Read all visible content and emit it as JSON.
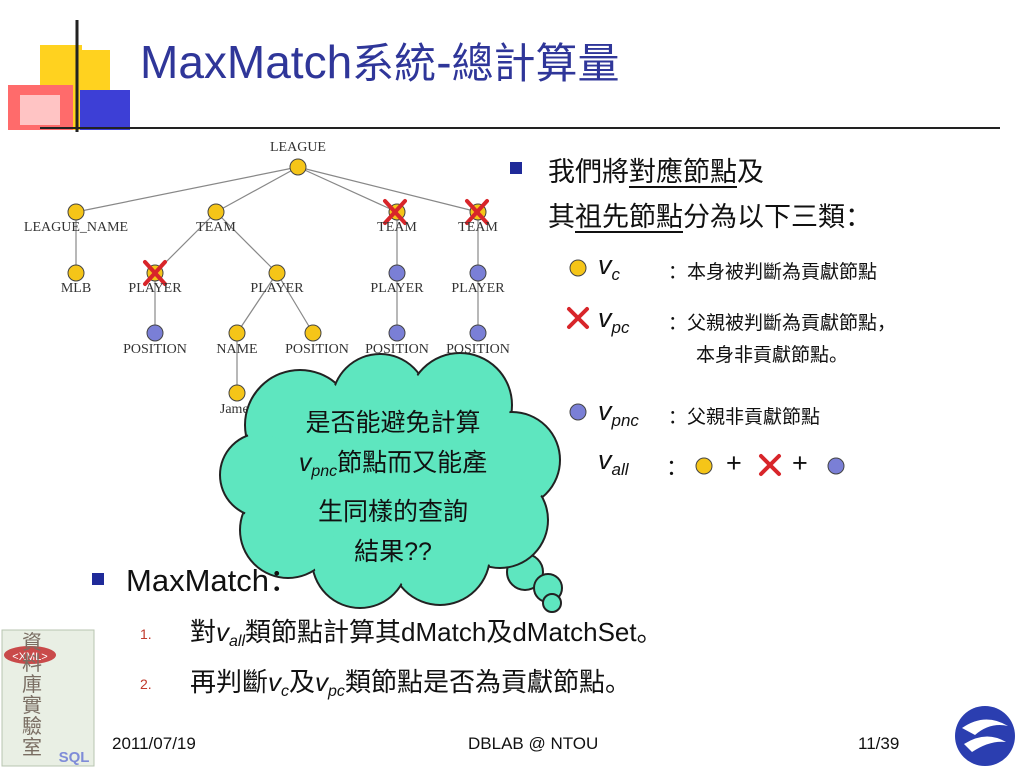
{
  "title": {
    "prefix": "MaxMatch",
    "suffix_cjk": "系統",
    "dash": "-",
    "suffix2_cjk": "總計算量"
  },
  "tree": {
    "root": "LEAGUE",
    "level1": [
      "LEAGUE_NAME",
      "TEAM",
      "TEAM",
      "TEAM"
    ],
    "level2": [
      "MLB",
      "PLAYER",
      "PLAYER",
      "PLAYER",
      "PLAYER"
    ],
    "level3": [
      "POSITION",
      "NAME",
      "POSITION",
      "POSITION",
      "POSITION"
    ],
    "level4": [
      "James"
    ]
  },
  "intro": {
    "line1_a": "我們將",
    "line1_u": "對應節點",
    "line1_b": "及",
    "line2_a": "其",
    "line2_u": "祖先節點",
    "line2_b": "分為以下三類："
  },
  "categories": [
    {
      "symbol": "v",
      "sub": "c",
      "desc": "：本身被判斷為貢獻節點",
      "icon": "yellow-circle"
    },
    {
      "symbol": "v",
      "sub": "pc",
      "desc": "：父親被判斷為貢獻節點，",
      "desc2": "本身非貢獻節點。",
      "icon": "red-x"
    },
    {
      "symbol": "v",
      "sub": "pnc",
      "desc": "：父親非貢獻節點",
      "icon": "blue-circle"
    }
  ],
  "vall": {
    "symbol": "v",
    "sub": "all",
    "colon": "：",
    "plus": "+"
  },
  "cloud": {
    "line1": "是否能避免計算",
    "line2_v": "v",
    "line2_sub": "pnc",
    "line2_rest": "節點而又能產",
    "line3": "生同樣的查詢",
    "line4_a": "結果",
    "line4_b": "??"
  },
  "maxmatch": {
    "label": "MaxMatch：",
    "steps": [
      {
        "num": "1.",
        "a": "對",
        "v": "v",
        "sub": "all",
        "b": "類節點計算其",
        "c": "dMatch",
        "d": "及",
        "e": "dMatchSet",
        "f": "。"
      },
      {
        "num": "2.",
        "a": "再判斷",
        "v1": "v",
        "sub1": "c",
        "b": "及",
        "v2": "v",
        "sub2": "pc",
        "c": "類節點是否為貢獻節點。"
      }
    ]
  },
  "footer": {
    "date": "2011/07/19",
    "center": "DBLAB @ NTOU",
    "page": "11/39"
  },
  "logo_text": "資料庫實驗室",
  "colors": {
    "title": "#2f3699",
    "bullet": "#1f2a99",
    "yellow_node": "#f5c518",
    "blue_node": "#7a7fd6",
    "cross": "#d8252a",
    "cloud": "#5ee6bf",
    "number": "#c0392b"
  }
}
